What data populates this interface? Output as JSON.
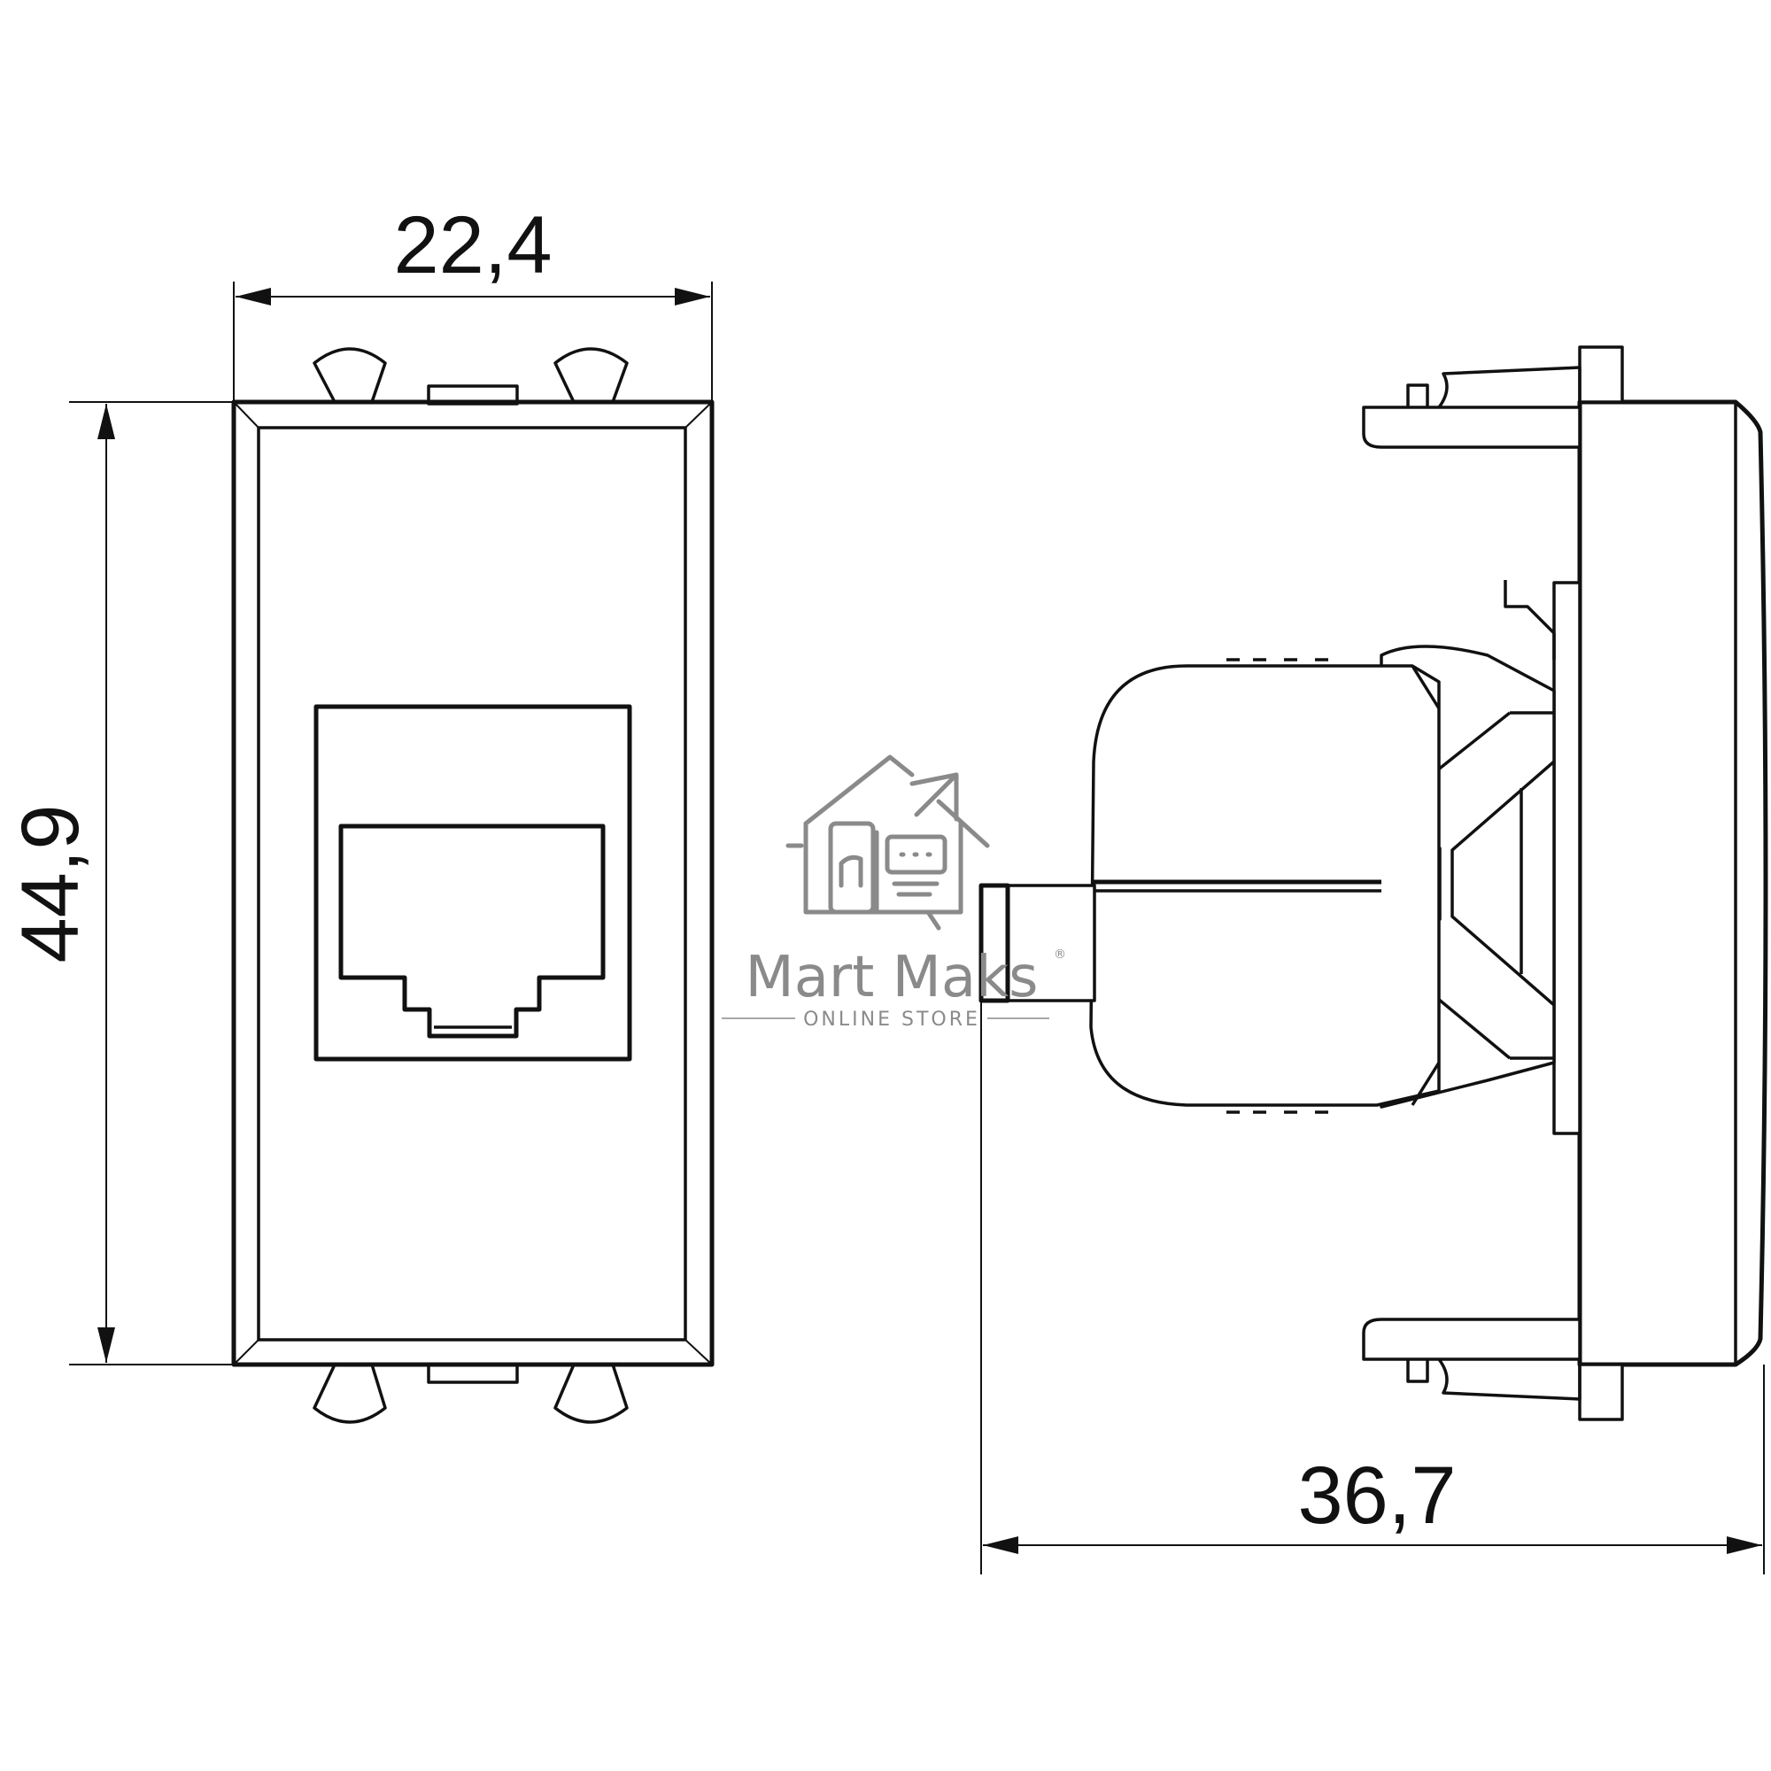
{
  "dimensions": {
    "width": "22,4",
    "height": "44,9",
    "depth": "36,7"
  },
  "watermark": {
    "brand": "Mart Maks",
    "registered": "®",
    "tagline": "ONLINE STORE"
  },
  "colors": {
    "line": "#111111",
    "watermark": "#8a8a8a",
    "background": "#ffffff"
  }
}
